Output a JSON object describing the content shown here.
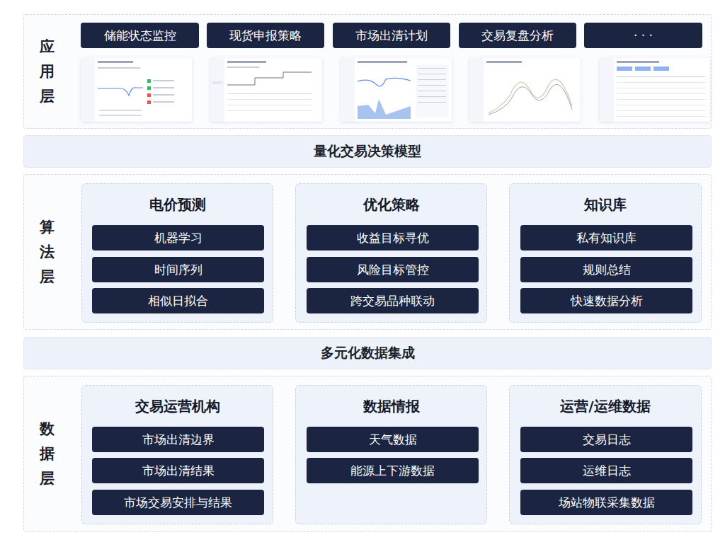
{
  "diagram": {
    "nodes": [
      {
        "text": [
          "应用层"
        ]
      },
      {
        "text": [
          "储能状态监控"
        ],
        "in": 0
      },
      {
        "text": [
          "现货申报策略"
        ],
        "in": 0
      },
      {
        "text": [
          "市场出清计划"
        ],
        "in": 0
      },
      {
        "text": [
          "交易复盘分析"
        ],
        "in": 0
      },
      {
        "text": [
          "· · ·"
        ],
        "in": 0
      },
      {
        "text": [
          "量化交易决策模型"
        ]
      },
      {
        "text": [
          "算法层"
        ]
      },
      {
        "text": [
          "电价预测"
        ],
        "in": 7
      },
      {
        "text": [
          "机器学习"
        ],
        "in": 8
      },
      {
        "text": [
          "时间序列"
        ],
        "in": 8
      },
      {
        "text": [
          "相似日拟合"
        ],
        "in": 8
      },
      {
        "text": [
          "优化策略"
        ],
        "in": 7
      },
      {
        "text": [
          "收益目标寻优"
        ],
        "in": 12
      },
      {
        "text": [
          "风险目标管控"
        ],
        "in": 12
      },
      {
        "text": [
          "跨交易品种联动"
        ],
        "in": 12
      },
      {
        "text": [
          "知识库"
        ],
        "in": 7
      },
      {
        "text": [
          "私有知识库"
        ],
        "in": 16
      },
      {
        "text": [
          "规则总结"
        ],
        "in": 16
      },
      {
        "text": [
          "快速数据分析"
        ],
        "in": 16
      },
      {
        "text": [
          "多元化数据集成"
        ]
      },
      {
        "text": [
          "数据层"
        ]
      },
      {
        "text": [
          "交易运营机构"
        ],
        "in": 21
      },
      {
        "text": [
          "市场出清边界"
        ],
        "in": 22
      },
      {
        "text": [
          "市场出清结果"
        ],
        "in": 22
      },
      {
        "text": [
          "市场交易安排与结果"
        ],
        "in": 22
      },
      {
        "text": [
          "数据情报"
        ],
        "in": 21
      },
      {
        "text": [
          "天气数据"
        ],
        "in": 26
      },
      {
        "text": [
          "能源上下游数据"
        ],
        "in": 26
      },
      {
        "text": [
          "运营/运维数据"
        ],
        "in": 21
      },
      {
        "text": [
          "交易日志"
        ],
        "in": 29
      },
      {
        "text": [
          "运维日志"
        ],
        "in": 29
      },
      {
        "text": [
          "场站物联采集数据"
        ],
        "in": 29
      }
    ]
  }
}
